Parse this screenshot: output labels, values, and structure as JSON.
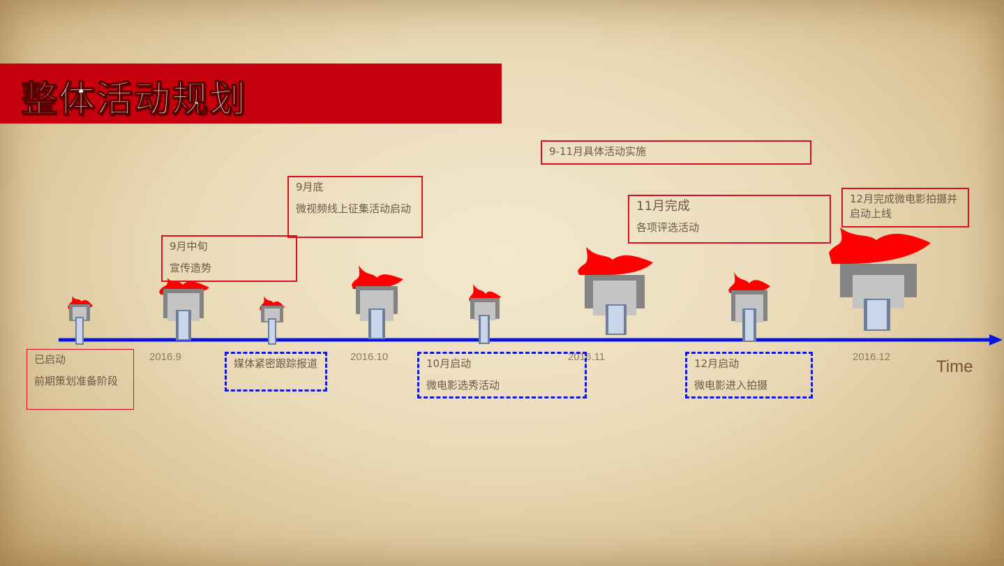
{
  "title": "整体活动规划",
  "axis": {
    "label": "Time",
    "line_color": "#0a14e0"
  },
  "colors": {
    "banner": "#c6000c",
    "flame": "#ff0000",
    "box_red": "#d8101c",
    "box_blue": "#1418d6"
  },
  "dates": [
    "2016.9",
    "2016.10",
    "2016.11",
    "2016.12"
  ],
  "boxes": {
    "b1": {
      "line1": "已启动",
      "line2": "前期策划准备阶段"
    },
    "b2": {
      "line1": "9月中旬",
      "line2": "宣传造势"
    },
    "b3": {
      "line1": "媒体紧密跟踪报道"
    },
    "b4": {
      "line1": "9月底",
      "line2": "微视频线上征集活动启动"
    },
    "b5": {
      "line1": "10月启动",
      "line2": "微电影选秀活动"
    },
    "b6": {
      "line1": "9-11月具体活动实施"
    },
    "b7": {
      "line1": "11月完成",
      "line2": "各项评选活动"
    },
    "b8": {
      "line1": "12月启动",
      "line2": "微电影进入拍摄"
    },
    "b9": {
      "line1": "12月完成微电影拍摄并启动上线"
    }
  }
}
